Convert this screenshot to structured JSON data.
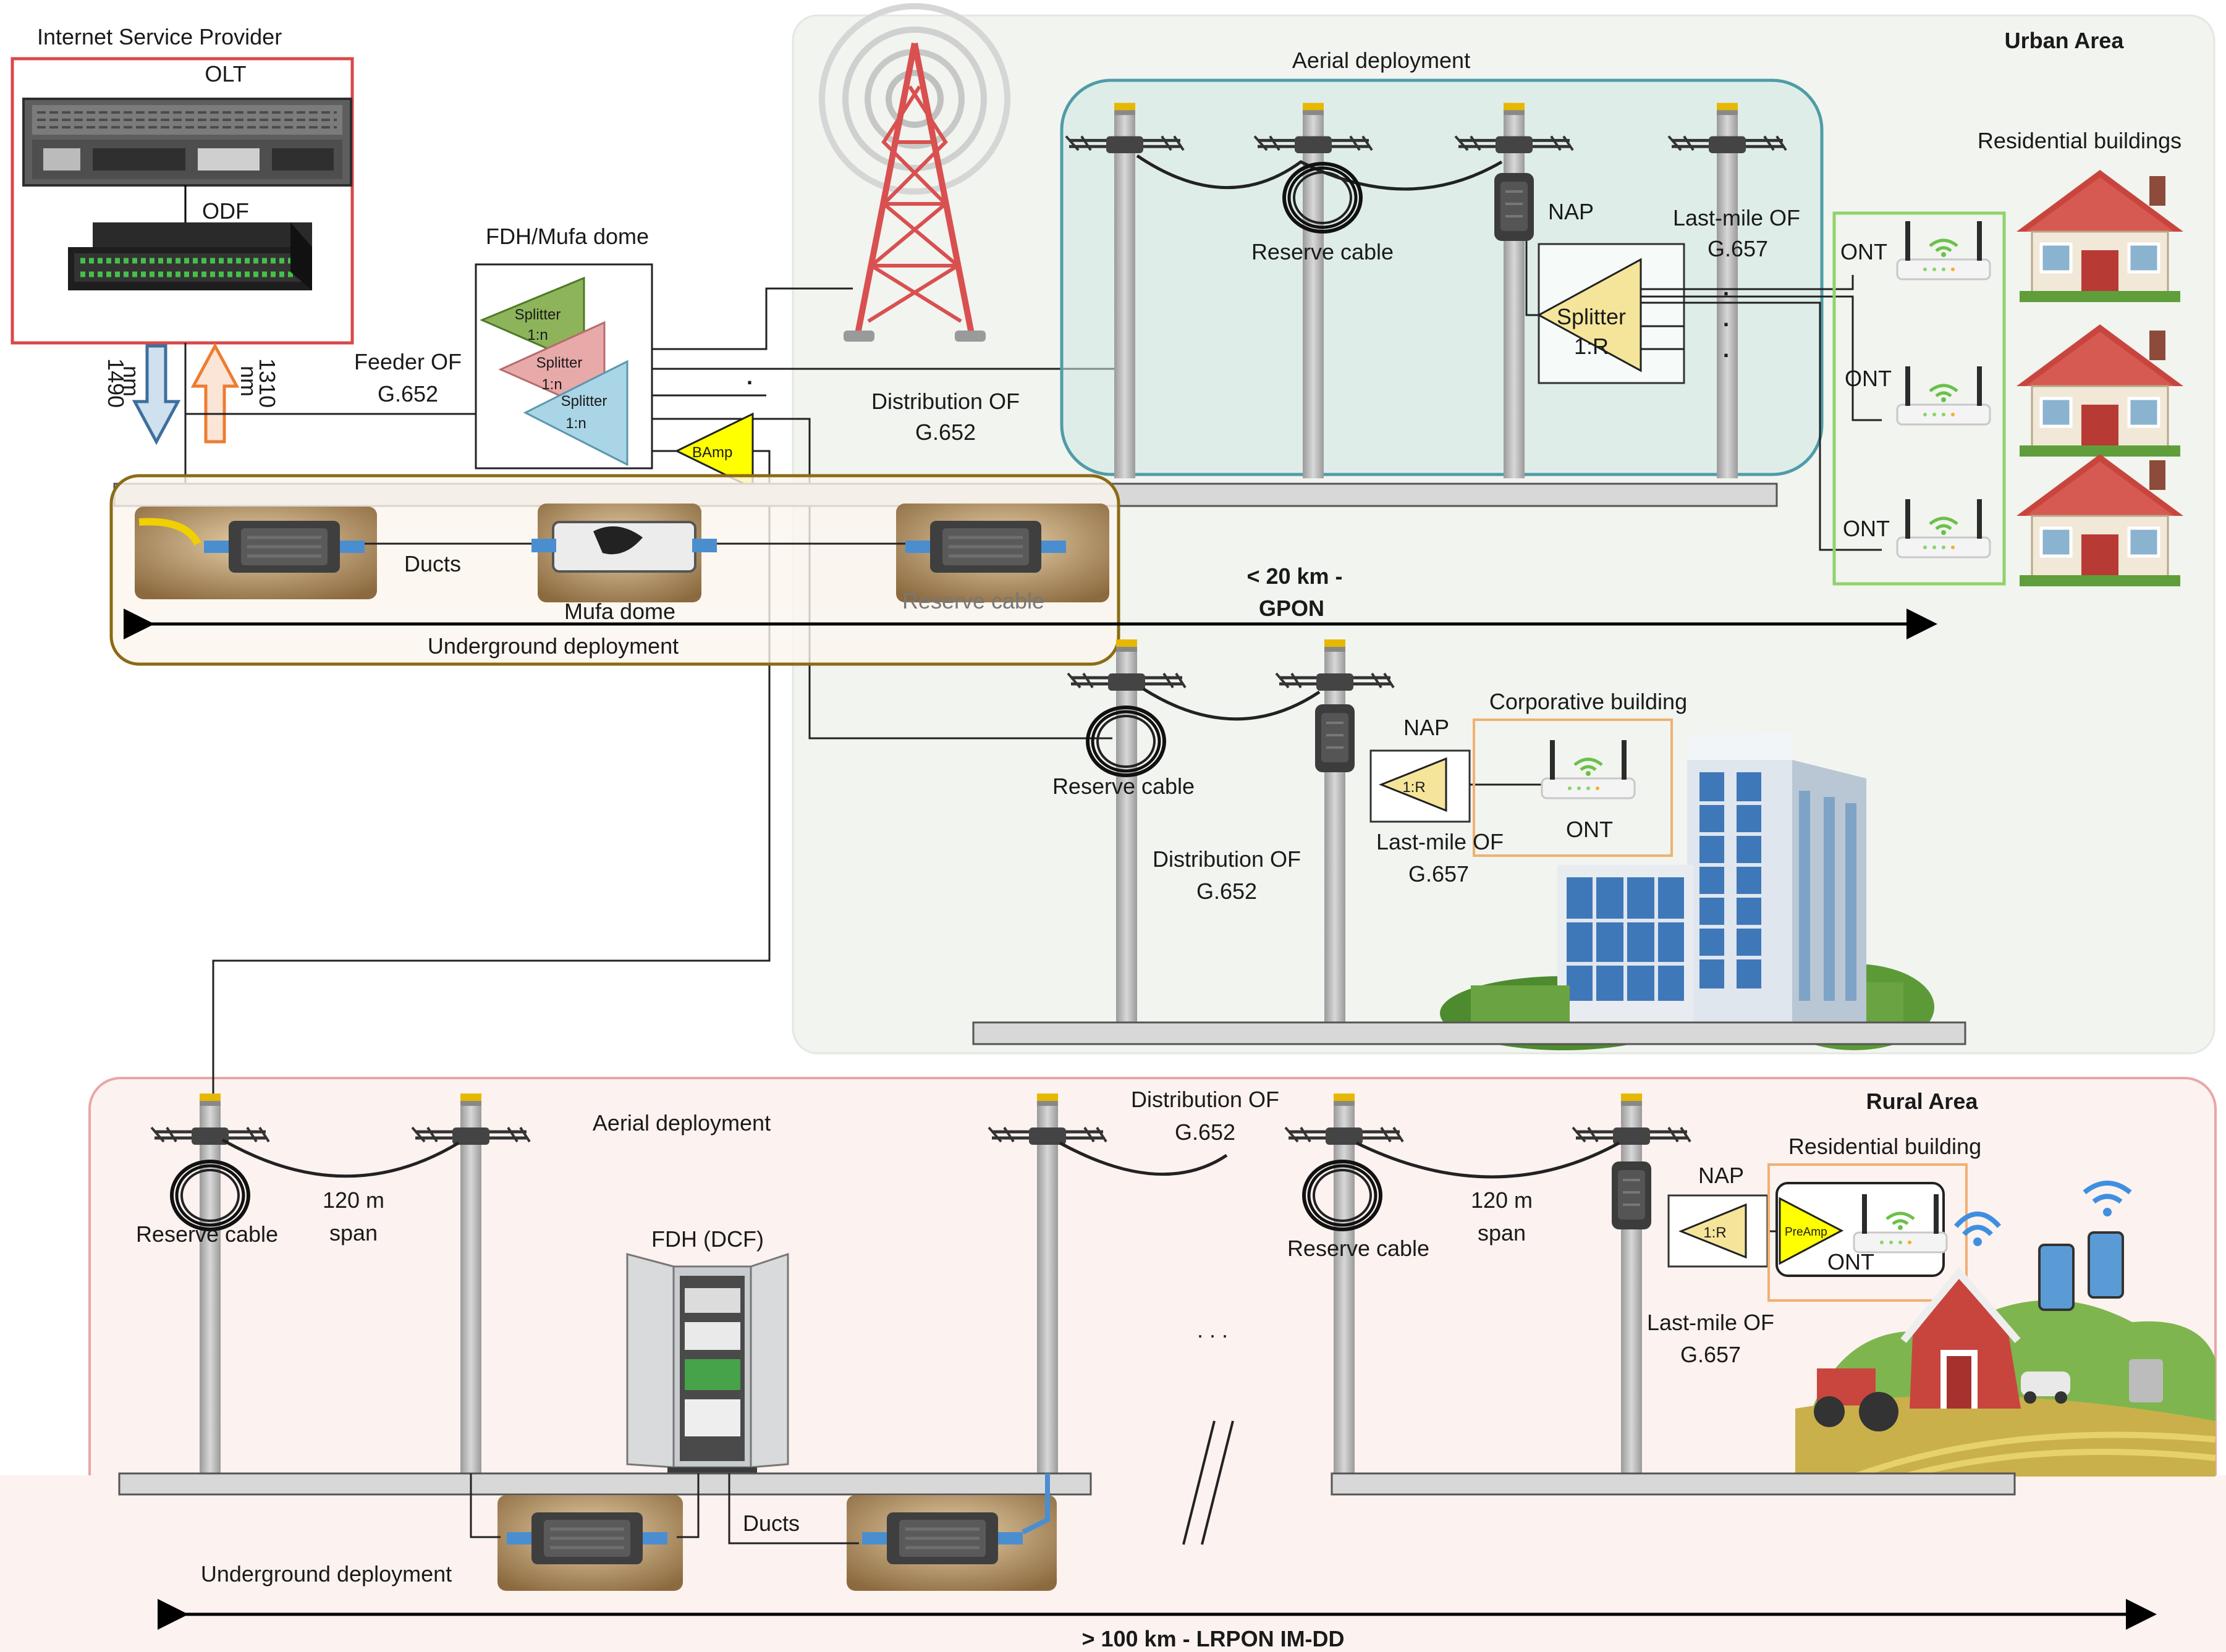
{
  "isp": {
    "title": "Internet Service Provider",
    "olt": "OLT",
    "odf": "ODF"
  },
  "wavelengths": {
    "down_value": "1490",
    "down_unit": "nm",
    "up_value": "1310",
    "up_unit": "nm"
  },
  "feeder": {
    "line1": "Feeder OF",
    "line2": "G.652"
  },
  "fdh": {
    "title": "FDH/Mufa dome",
    "splitters": [
      {
        "l1": "Splitter",
        "l2": "1:n"
      },
      {
        "l1": "Splitter",
        "l2": "1:n"
      },
      {
        "l1": "Splitter",
        "l2": "1:n"
      }
    ],
    "bamp": "BAmp",
    "dots": "."
  },
  "urban": {
    "title": "Urban Area",
    "aerial": "Aerial deployment",
    "reserve_cable": "Reserve cable",
    "nap": "NAP",
    "lastmile_l1": "Last-mile OF",
    "lastmile_l2": "G.657",
    "splitter_l1": "Splitter",
    "splitter_l2": "1:R",
    "dist_l1": "Distribution OF",
    "dist_l2": "G.652",
    "residential": "Residential buildings",
    "ont": "ONT"
  },
  "underground_urban": {
    "ducts": "Ducts",
    "mufa": "Mufa dome",
    "reserve": "Reserve cable",
    "title": "Underground deployment"
  },
  "gpon": {
    "l1": "< 20 km -",
    "l2": "GPON"
  },
  "corporate": {
    "title": "Corporative building",
    "nap": "NAP",
    "ratio": "1:R",
    "ont": "ONT",
    "reserve_cable": "Reserve cable",
    "dist_l1": "Distribution OF",
    "dist_l2": "G.652",
    "lastmile_l1": "Last-mile OF",
    "lastmile_l2": "G.657"
  },
  "rural": {
    "title": "Rural Area",
    "aerial": "Aerial deployment",
    "reserve_cable": "Reserve cable",
    "span_l1": "120 m",
    "span_l2": "span",
    "fdh": "FDH (DCF)",
    "dist_l1": "Distribution OF",
    "dist_l2": "G.652",
    "ellipsis": ". . .",
    "nap": "NAP",
    "ratio": "1:R",
    "preamp": "PreAmp",
    "ont": "ONT",
    "residential": "Residential building",
    "lastmile_l1": "Last-mile OF",
    "lastmile_l2": "G.657",
    "ducts": "Ducts",
    "underground": "Underground deployment"
  },
  "lrpon": "> 100 km - LRPON IM-DD",
  "colors": {
    "splitter_green": "#8db45a",
    "splitter_pink": "#e8a9a9",
    "splitter_blue": "#a9d5e6",
    "amp_yellow": "#ffff00",
    "splitter_yellow": "#f5e59a",
    "urban_bg": "#f1f4ef",
    "rural_border": "#e8a6a6",
    "underground_border": "#8b6b14",
    "aerial_border": "#4f9ca8",
    "ont_group_border": "#8fd36b",
    "corp_border": "#f0b070",
    "tower_red": "#d95050"
  }
}
